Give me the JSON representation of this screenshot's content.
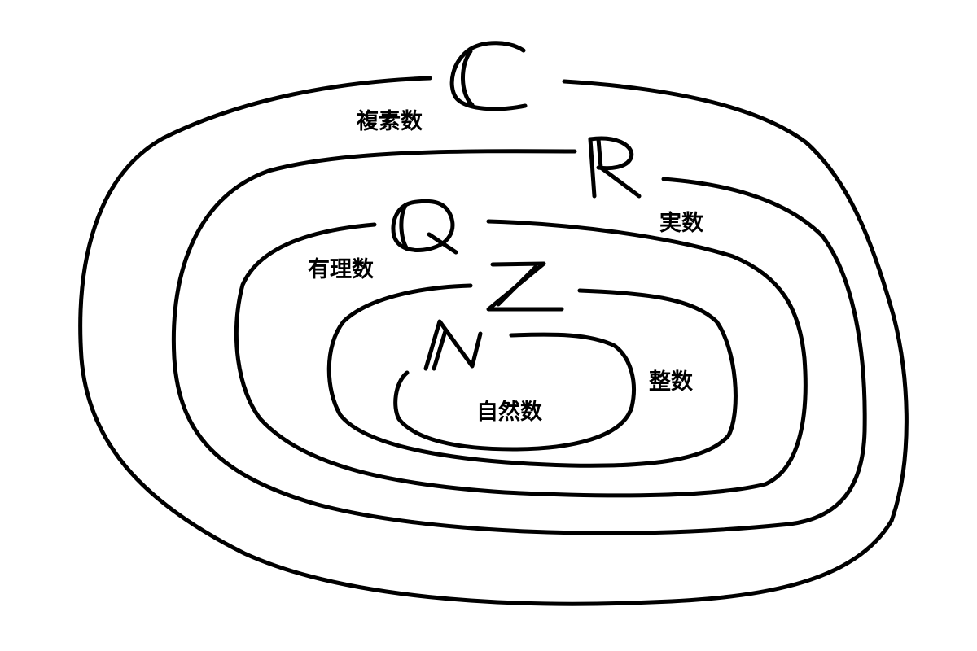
{
  "sets": [
    {
      "symbol": "C",
      "symbol_icon": "blackboard-bold-c-icon",
      "label": "複素数"
    },
    {
      "symbol": "R",
      "symbol_icon": "blackboard-bold-r-icon",
      "label": "実数"
    },
    {
      "symbol": "Q",
      "symbol_icon": "blackboard-bold-q-icon",
      "label": "有理数"
    },
    {
      "symbol": "Z",
      "symbol_icon": "blackboard-bold-z-icon",
      "label": "整数"
    },
    {
      "symbol": "N",
      "symbol_icon": "blackboard-bold-n-icon",
      "label": "自然数"
    }
  ],
  "colors": {
    "stroke": "#000000",
    "background": "#ffffff"
  }
}
